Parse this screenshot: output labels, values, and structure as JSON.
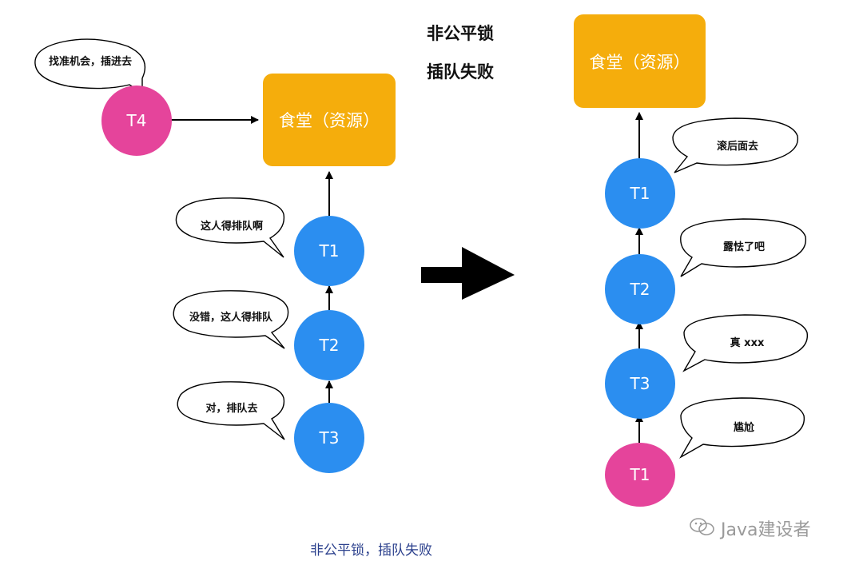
{
  "titles": {
    "line1": "非公平锁",
    "line2": "插队失败"
  },
  "caption": "非公平锁，插队失败",
  "watermark": "Java建设者",
  "left": {
    "resource": "食堂（资源）",
    "t4": {
      "label": "T4",
      "speech": "找准机会，插进去"
    },
    "t1": {
      "label": "T1",
      "speech": "这人得排队啊"
    },
    "t2": {
      "label": "T2",
      "speech": "没错，这人得排队"
    },
    "t3": {
      "label": "T3",
      "speech": "对，排队去"
    }
  },
  "right": {
    "resource": "食堂（资源）",
    "t1": {
      "label": "T1",
      "speech": "滚后面去"
    },
    "t2": {
      "label": "T2",
      "speech": "露怯了吧"
    },
    "t3": {
      "label": "T3",
      "speech": "真 xxx"
    },
    "t1b": {
      "label": "T1",
      "speech": "尴尬"
    }
  },
  "colors": {
    "blue_node": "#2b8ef0",
    "pink_node": "#e5449b",
    "resource": "#f5ad0c",
    "caption": "#2a3f8c"
  }
}
